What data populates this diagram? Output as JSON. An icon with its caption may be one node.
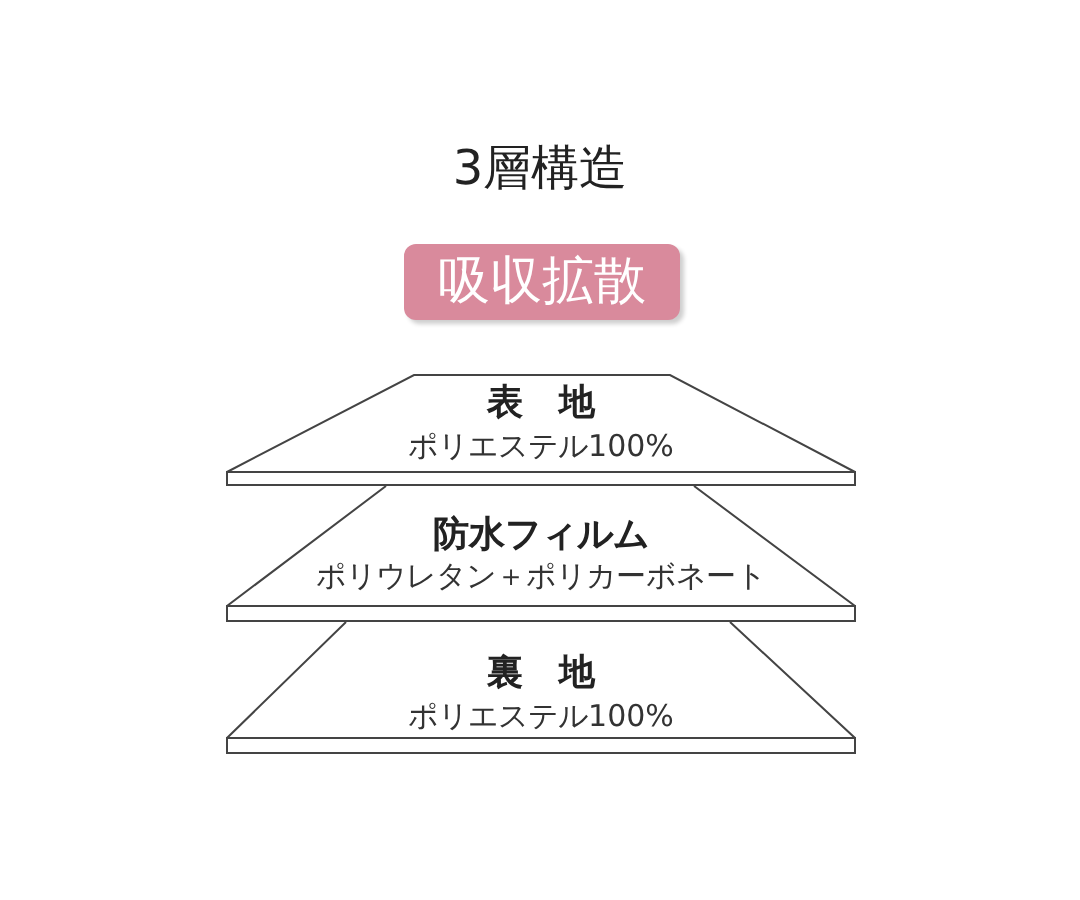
{
  "diagram": {
    "title": "3層構造",
    "nodes": [
      {
        "text": [
          "吸収拡散"
        ]
      },
      {
        "text": [
          "表　地",
          "ポリエステル100%"
        ]
      },
      {
        "text": [
          "防水フィルム",
          "ポリウレタン＋ポリカーボネート"
        ]
      },
      {
        "text": [
          "裏　地",
          "ポリエステル100%"
        ]
      }
    ]
  }
}
